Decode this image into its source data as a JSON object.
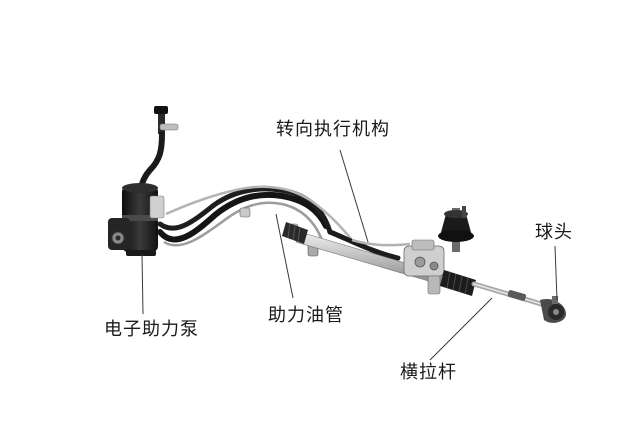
{
  "labels": {
    "steering_actuator": "转向执行机构",
    "ball_joint": "球头",
    "electric_pump": "电子助力泵",
    "oil_hose": "助力油管",
    "tie_rod": "横拉杆"
  },
  "colors": {
    "background": "#ffffff",
    "text": "#1a1a1a",
    "leader_line": "#3a3a3a",
    "metal_dark": "#1c1c1c",
    "metal_mid": "#6e6e6e",
    "metal_light": "#c8c8c8"
  }
}
